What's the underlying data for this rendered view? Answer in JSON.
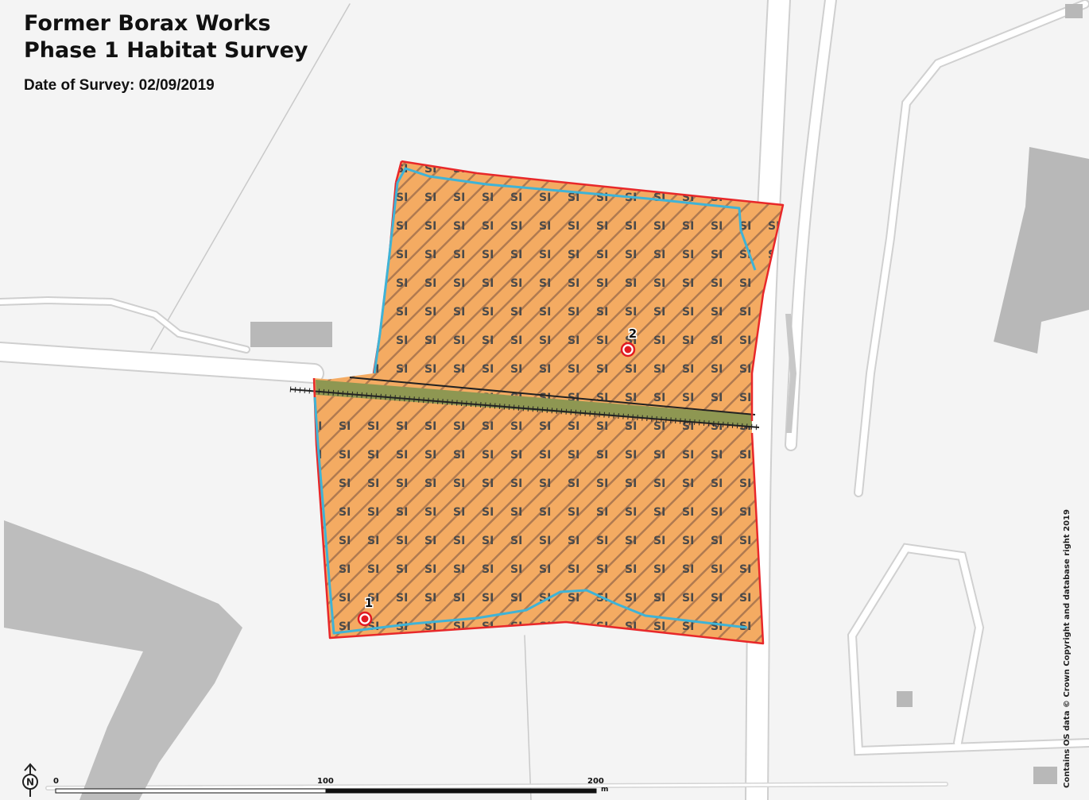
{
  "map": {
    "title_line1": "Former Borax Works",
    "title_line2": "Phase 1 Habitat Survey",
    "survey_date": "Date of Survey: 02/09/2019",
    "habitat_code": "SI",
    "target_notes": [
      {
        "label": "1"
      },
      {
        "label": "2"
      }
    ],
    "north_arrow_label": "N",
    "scale_bar": {
      "ticks": [
        "0",
        "100",
        "200"
      ],
      "unit": "m"
    },
    "credit": "Contains OS data © Crown Copyright and database right 2019",
    "colors": {
      "background": "#f4f4f4",
      "building": "#b8b8b8",
      "road_casing": "#cfcfcf",
      "habitat_fill": "#f4ab62",
      "habitat_hatch": "#b07a50",
      "site_boundary": "#e8282a",
      "watercourse": "#3fb3d6",
      "track": "#8e9752",
      "target_note": "#e11b22"
    }
  }
}
